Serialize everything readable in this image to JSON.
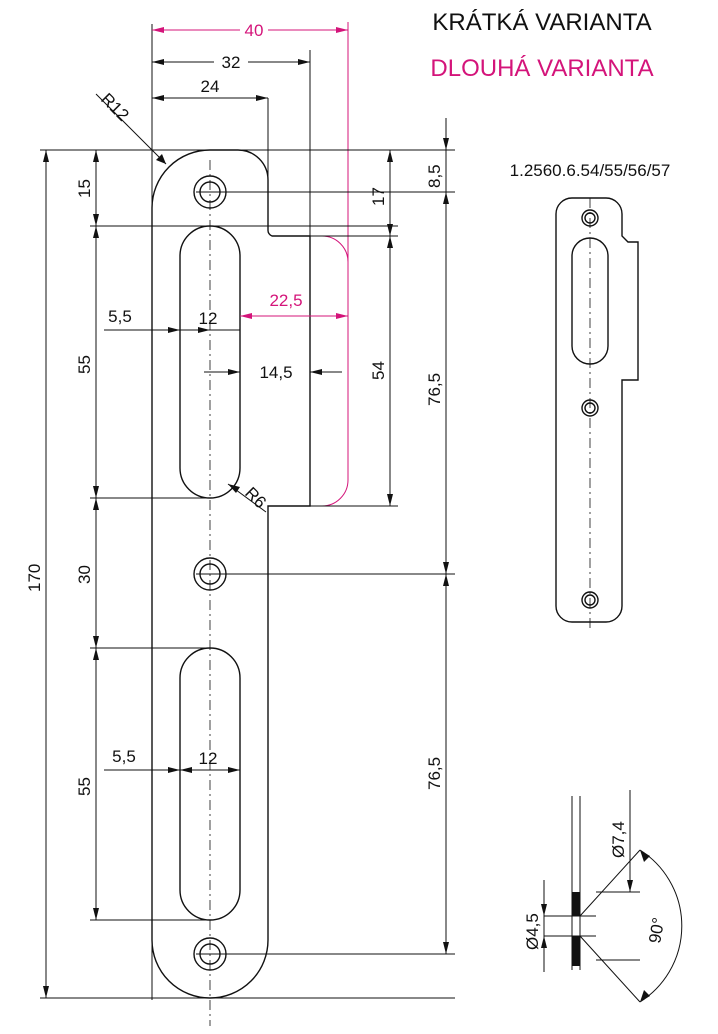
{
  "titles": {
    "short_variant": "KRÁTKÁ VARIANTA",
    "long_variant": "DLOUHÁ VARIANTA",
    "long_variant_color": "#d4147a"
  },
  "part_number": "1.2560.6.54/55/56/57",
  "dimensions": {
    "width_40": "40",
    "width_32": "32",
    "width_24": "24",
    "radius_r12": "R12",
    "dim_8_5": "8,5",
    "dim_15": "15",
    "dim_17": "17",
    "dim_22_5": "22,5",
    "dim_5_5_top": "5,5",
    "dim_12_top": "12",
    "dim_55_top": "55",
    "dim_14_5": "14,5",
    "dim_54": "54",
    "dim_76_5_top": "76,5",
    "radius_r6": "R6",
    "dim_170": "170",
    "dim_30": "30",
    "dim_5_5_bottom": "5,5",
    "dim_12_bottom": "12",
    "dim_55_bottom": "55",
    "dim_76_5_bottom": "76,5"
  },
  "countersink": {
    "outer_diameter": "Ø7,4",
    "inner_diameter": "Ø4,5",
    "angle": "90°"
  },
  "colors": {
    "line": "#111111",
    "highlight": "#d4147a"
  }
}
